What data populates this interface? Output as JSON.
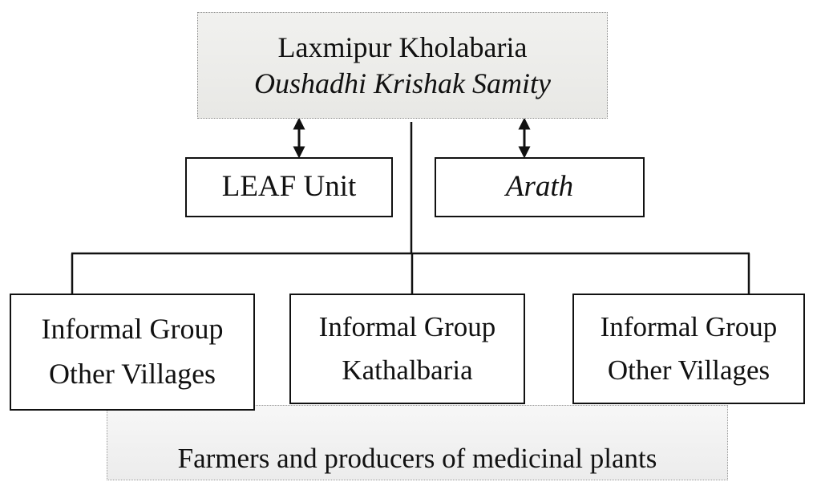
{
  "top": {
    "line1": "Laxmipur Kholabaria",
    "line2": "Oushadhi Krishak Samity"
  },
  "partners": {
    "leaf": "LEAF Unit",
    "arath": "Arath"
  },
  "groups": [
    {
      "line1": "Informal Group",
      "line2": "Other Villages"
    },
    {
      "line1": "Informal Group",
      "line2": "Kathalbaria"
    },
    {
      "line1": "Informal Group",
      "line2": "Other Villages"
    }
  ],
  "base": {
    "label": "Farmers and producers of medicinal plants"
  },
  "colors": {
    "line": "#111111",
    "dotted_border": "#8a8a8a",
    "box_fill": "#ffffff",
    "shaded_fill": "#ececec"
  }
}
